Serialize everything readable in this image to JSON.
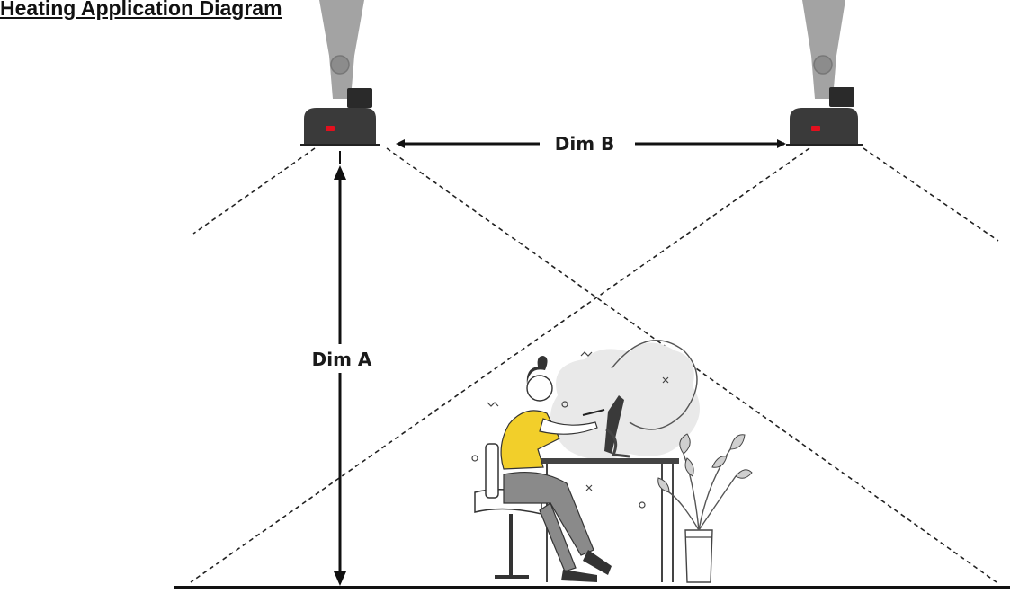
{
  "title": "Heating Application Diagram",
  "labels": {
    "dim_a": "Dim A",
    "dim_b": "Dim B"
  },
  "colors": {
    "heater_body": "#3a3a3a",
    "mount": "#9a9a9a",
    "indicator": "#e3101e",
    "shirt": "#f2cf2a",
    "cloud": "#e9e9e9"
  }
}
